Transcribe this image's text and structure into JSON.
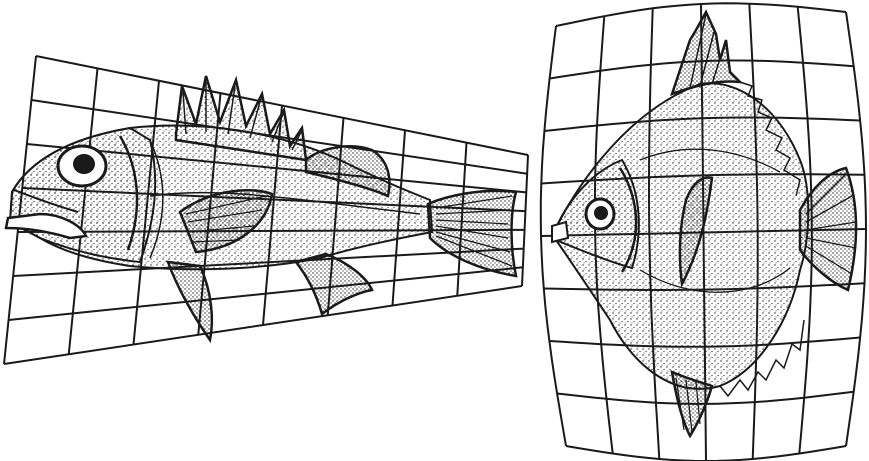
{
  "figure": {
    "panels": [
      {
        "id": "left",
        "grid": {
          "rows": 7,
          "cols": 8
        }
      },
      {
        "id": "right",
        "grid": {
          "rows": 8,
          "cols": 6
        }
      }
    ],
    "colors": {
      "ink": "#1a1a1a",
      "paper": "#ffffff",
      "stipple": "#2a2a2a"
    }
  }
}
